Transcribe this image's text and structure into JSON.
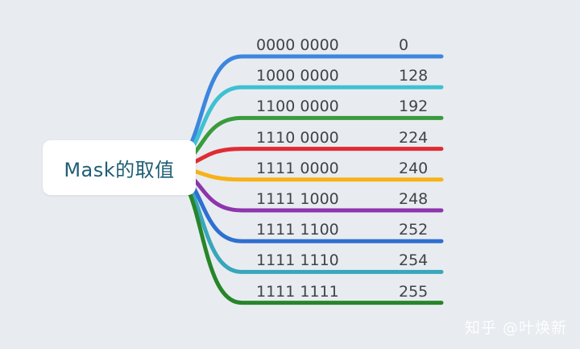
{
  "root": {
    "label": "Mask的取值"
  },
  "branches": [
    {
      "binary": "0000 0000",
      "decimal": "0",
      "color": "#3d86de"
    },
    {
      "binary": "1000 0000",
      "decimal": "128",
      "color": "#3ec1d3"
    },
    {
      "binary": "1100 0000",
      "decimal": "192",
      "color": "#3a9b3c"
    },
    {
      "binary": "1110 0000",
      "decimal": "224",
      "color": "#e02b33"
    },
    {
      "binary": "1111 0000",
      "decimal": "240",
      "color": "#f7b21a"
    },
    {
      "binary": "1111 1000",
      "decimal": "248",
      "color": "#8e35ad"
    },
    {
      "binary": "1111 1100",
      "decimal": "252",
      "color": "#2f6fd0"
    },
    {
      "binary": "1111 1110",
      "decimal": "254",
      "color": "#38a6bb"
    },
    {
      "binary": "1111 1111",
      "decimal": "255",
      "color": "#27852a"
    }
  ],
  "watermark": "知乎 @叶焕新"
}
